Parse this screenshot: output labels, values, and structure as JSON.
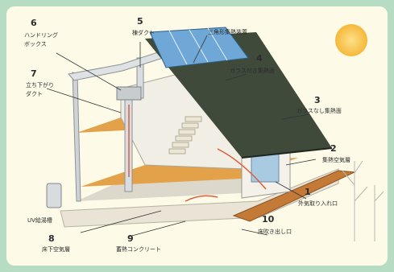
{
  "labels": {
    "l1": {
      "num": "1",
      "text": "外気取り入れ口"
    },
    "l2": {
      "num": "2",
      "text": "集熱空気層"
    },
    "l3": {
      "num": "3",
      "text": "ガラスなし集熱面"
    },
    "l4": {
      "num": "4",
      "text": "ガラス付き集熱面"
    },
    "l5": {
      "num": "5",
      "text": "棟ダクト"
    },
    "l6": {
      "num": "6",
      "text": "ハンドリング",
      "text2": "ボックス"
    },
    "l7": {
      "num": "7",
      "text": "立ち下がり",
      "text2": "ダクト"
    },
    "l8": {
      "num": "8",
      "text": "床下空気層"
    },
    "l9": {
      "num": "9",
      "text": "蓄熱コンクリート"
    },
    "l10": {
      "num": "10",
      "text": "床吹き出し口"
    },
    "top": {
      "text": "三角形集熱装置"
    },
    "uv": {
      "text": "UV給湯槽"
    }
  },
  "colors": {
    "frame": "#b6dcc4",
    "panel": "#fdfbe8",
    "roof_dark": "#3f4a3a",
    "glass": "#6fa8d6",
    "floor": "#e3a24a",
    "sun": "#f7c64a"
  }
}
